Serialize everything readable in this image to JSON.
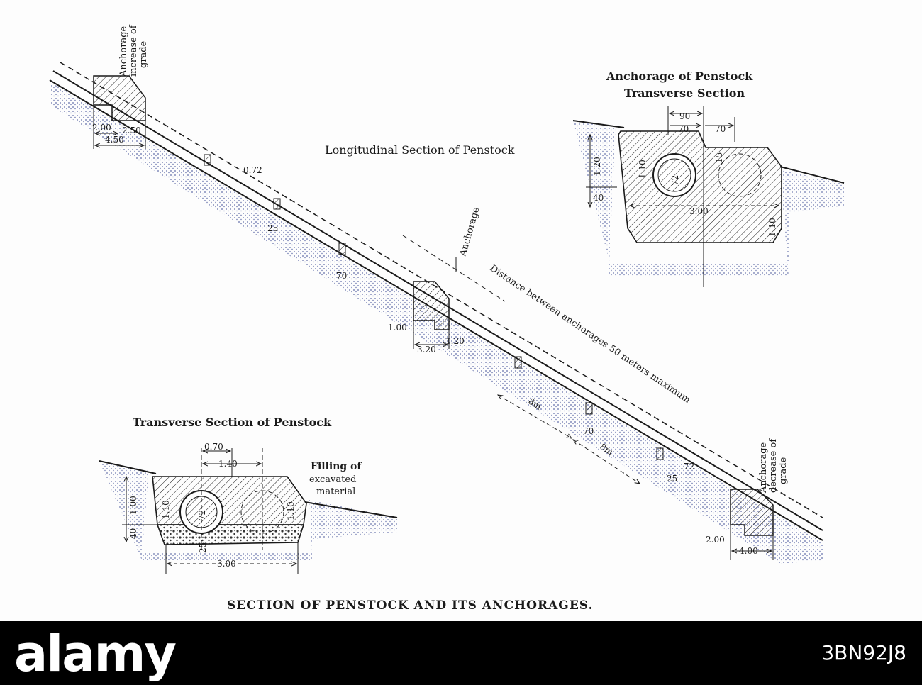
{
  "colors": {
    "ink": "#1a1a1a",
    "soil": "#2a3a8a",
    "paper": "#fdfdfd",
    "footer": "#000000"
  },
  "caption": "SECTION OF PENSTOCK AND ITS ANCHORAGES.",
  "longitudinal": {
    "title": "Longitudinal Section of Penstock",
    "anchorage_label": "Anchorage",
    "distance_label": "Distance between anchorages 50 meters maximum",
    "top_anchorage": {
      "label_lines": [
        "Anchorage",
        "increase of",
        "grade"
      ],
      "dims": [
        "2.00",
        "2.50",
        "4.50"
      ]
    },
    "mid_anchorage": {
      "dims": [
        "1.00",
        "3.20",
        "1.20"
      ]
    },
    "bottom_anchorage": {
      "label_lines": [
        "Anchorage",
        "decrease of",
        "grade"
      ],
      "dims": [
        "2.00",
        "4.00"
      ]
    },
    "pipe_dims": [
      "0.72",
      "25",
      "70",
      "70",
      ".72",
      "25"
    ],
    "spacing": [
      "8m",
      "8m"
    ]
  },
  "anchorage_transverse": {
    "title_lines": [
      "Anchorage of Penstock",
      "Transverse Section"
    ],
    "dims": [
      "90",
      "70",
      "70",
      "1.20",
      "40",
      "1.10",
      "72",
      "3.00",
      "1.10",
      "15"
    ]
  },
  "penstock_transverse": {
    "title": "Transverse Section of Penstock",
    "filling_lines": [
      "Filling of",
      "excavated",
      "material"
    ],
    "dims": [
      "0.70",
      "1.40",
      "1.00",
      "40",
      "1.10",
      "72",
      "1.10",
      "25",
      "3.00"
    ]
  },
  "footer": {
    "brand": "alamy",
    "stock_id": "3BN92J8"
  }
}
